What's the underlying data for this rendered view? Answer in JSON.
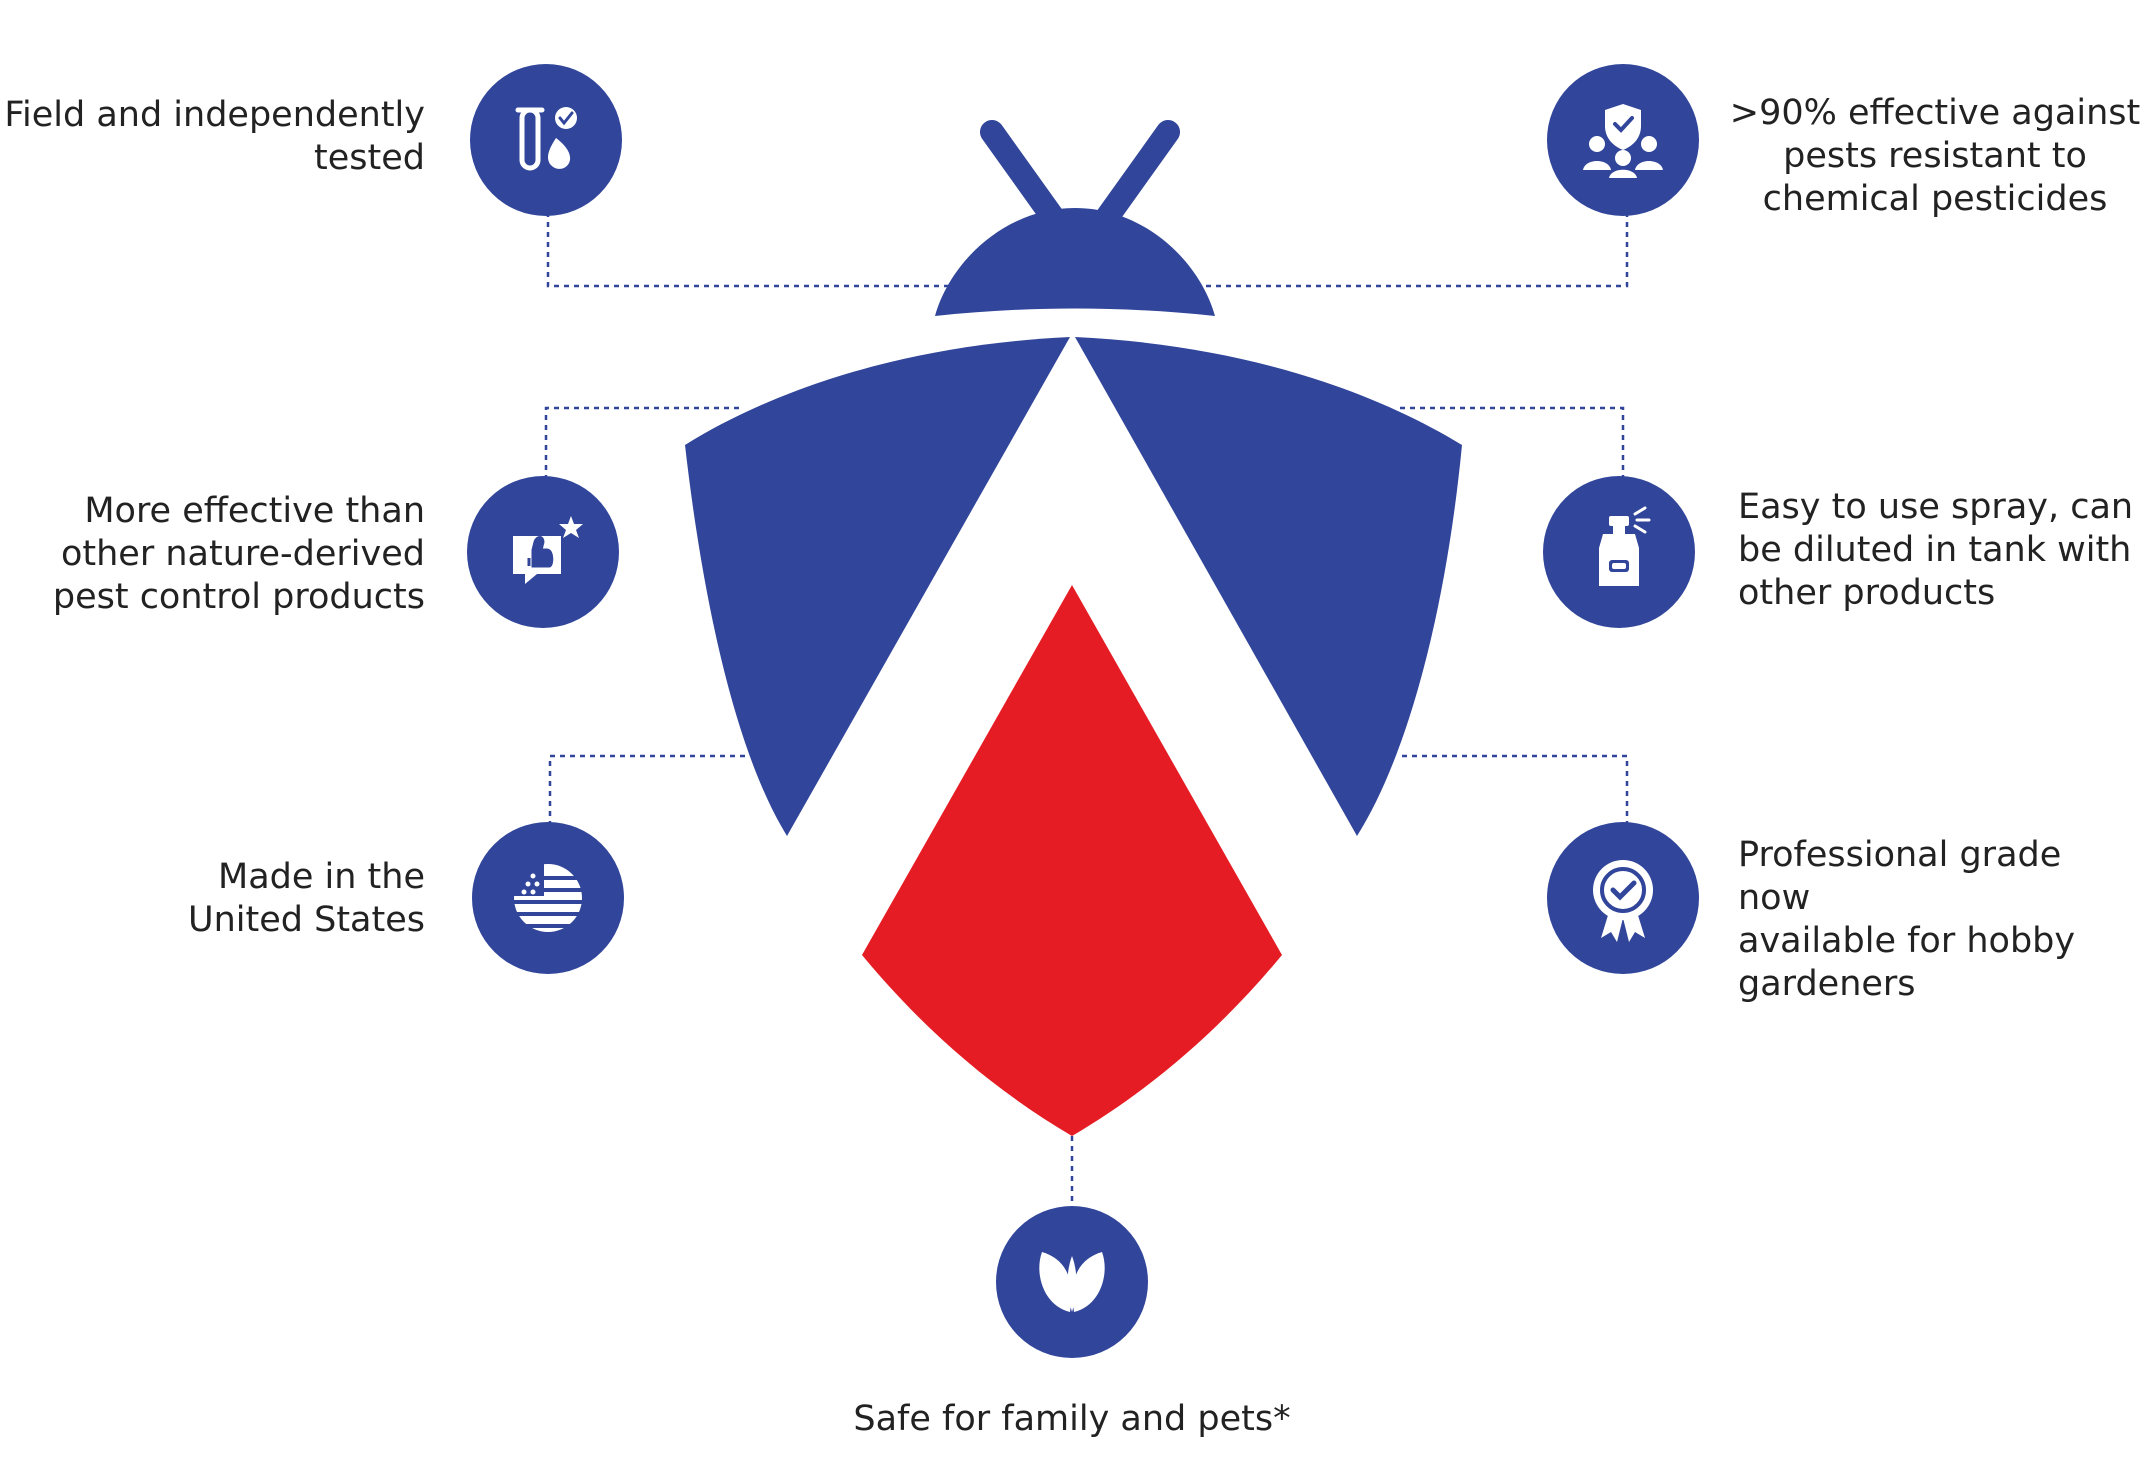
{
  "colors": {
    "navy": "#31469b",
    "red": "#e51c23",
    "white": "#ffffff",
    "text": "#222222",
    "connector": "#31469b"
  },
  "features": [
    {
      "id": "tested",
      "label": "Field and independently\ntested",
      "icon": "test-tube-icon"
    },
    {
      "id": "effective",
      "label": ">90% effective against\npests resistant to\nchemical pesticides",
      "icon": "shield-people-icon"
    },
    {
      "id": "nature",
      "label": "More effective than\nother nature-derived\npest control products",
      "icon": "thumbs-up-star-icon"
    },
    {
      "id": "spray",
      "label": "Easy to use spray, can\nbe diluted in tank with\nother products",
      "icon": "spray-bottle-icon"
    },
    {
      "id": "usa",
      "label": "Made in the\nUnited States",
      "icon": "us-flag-icon"
    },
    {
      "id": "grade",
      "label": "Professional grade now\navailable for hobby\ngardeners",
      "icon": "award-badge-icon"
    },
    {
      "id": "safe",
      "label": "Safe for family and pets*",
      "icon": "leaf-icon"
    }
  ]
}
